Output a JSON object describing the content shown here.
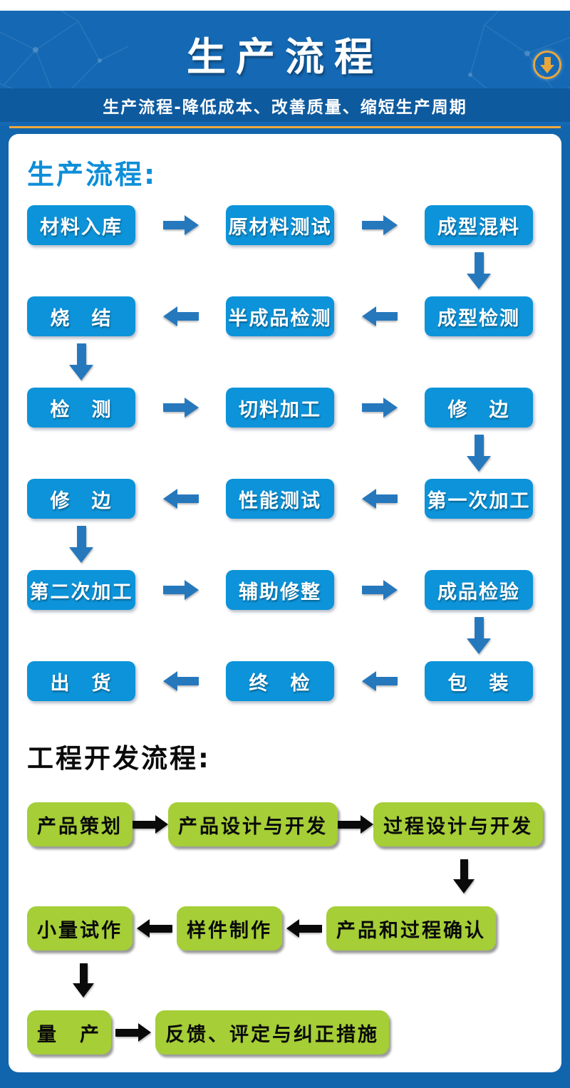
{
  "header": {
    "title": "生产流程",
    "subtitle": "生产流程-降低成本、改善质量、缩短生产周期"
  },
  "icons": {
    "scroll_down": "circle-down-arrow-icon"
  },
  "colors": {
    "page_blue": "#1165ad",
    "header_blue": "#1569b4",
    "subtitle_band_blue": "#0e5a9e",
    "divider_orange": "#f0a83c",
    "process_box_blue": "#0c93d9",
    "process_arrow_blue": "#2678bd",
    "heading_blue": "#0d8ed8",
    "engineering_box_green": "#a5ce37",
    "engineering_arrow_black": "#0a0a0a"
  },
  "production_flow": {
    "heading": "生产流程:",
    "rows": [
      {
        "direction": "right",
        "boxes": [
          "材料入库",
          "原材料测试",
          "成型混料"
        ]
      },
      {
        "direction": "left",
        "boxes": [
          "烧　结",
          "半成品检测",
          "成型检测"
        ]
      },
      {
        "direction": "right",
        "boxes": [
          "检　测",
          "切料加工",
          "修　边"
        ]
      },
      {
        "direction": "left",
        "boxes": [
          "修　边",
          "性能测试",
          "第一次加工"
        ]
      },
      {
        "direction": "right",
        "boxes": [
          "第二次加工",
          "辅助修整",
          "成品检验"
        ]
      },
      {
        "direction": "left",
        "boxes": [
          "出　货",
          "终　检",
          "包　装"
        ]
      }
    ],
    "connectors": [
      "right",
      "left",
      "right",
      "left",
      "right"
    ]
  },
  "engineering_flow": {
    "heading": "工程开发流程:",
    "rows": [
      {
        "direction": "right",
        "boxes": [
          "产品策划",
          "产品设计与开发",
          "过程设计与开发"
        ]
      },
      {
        "direction": "left",
        "boxes": [
          "小量试作",
          "样件制作",
          "产品和过程确认"
        ]
      },
      {
        "direction": "right",
        "boxes": [
          "量　产",
          "反馈、评定与纠正措施"
        ]
      }
    ],
    "connectors": [
      "right",
      "left"
    ]
  }
}
